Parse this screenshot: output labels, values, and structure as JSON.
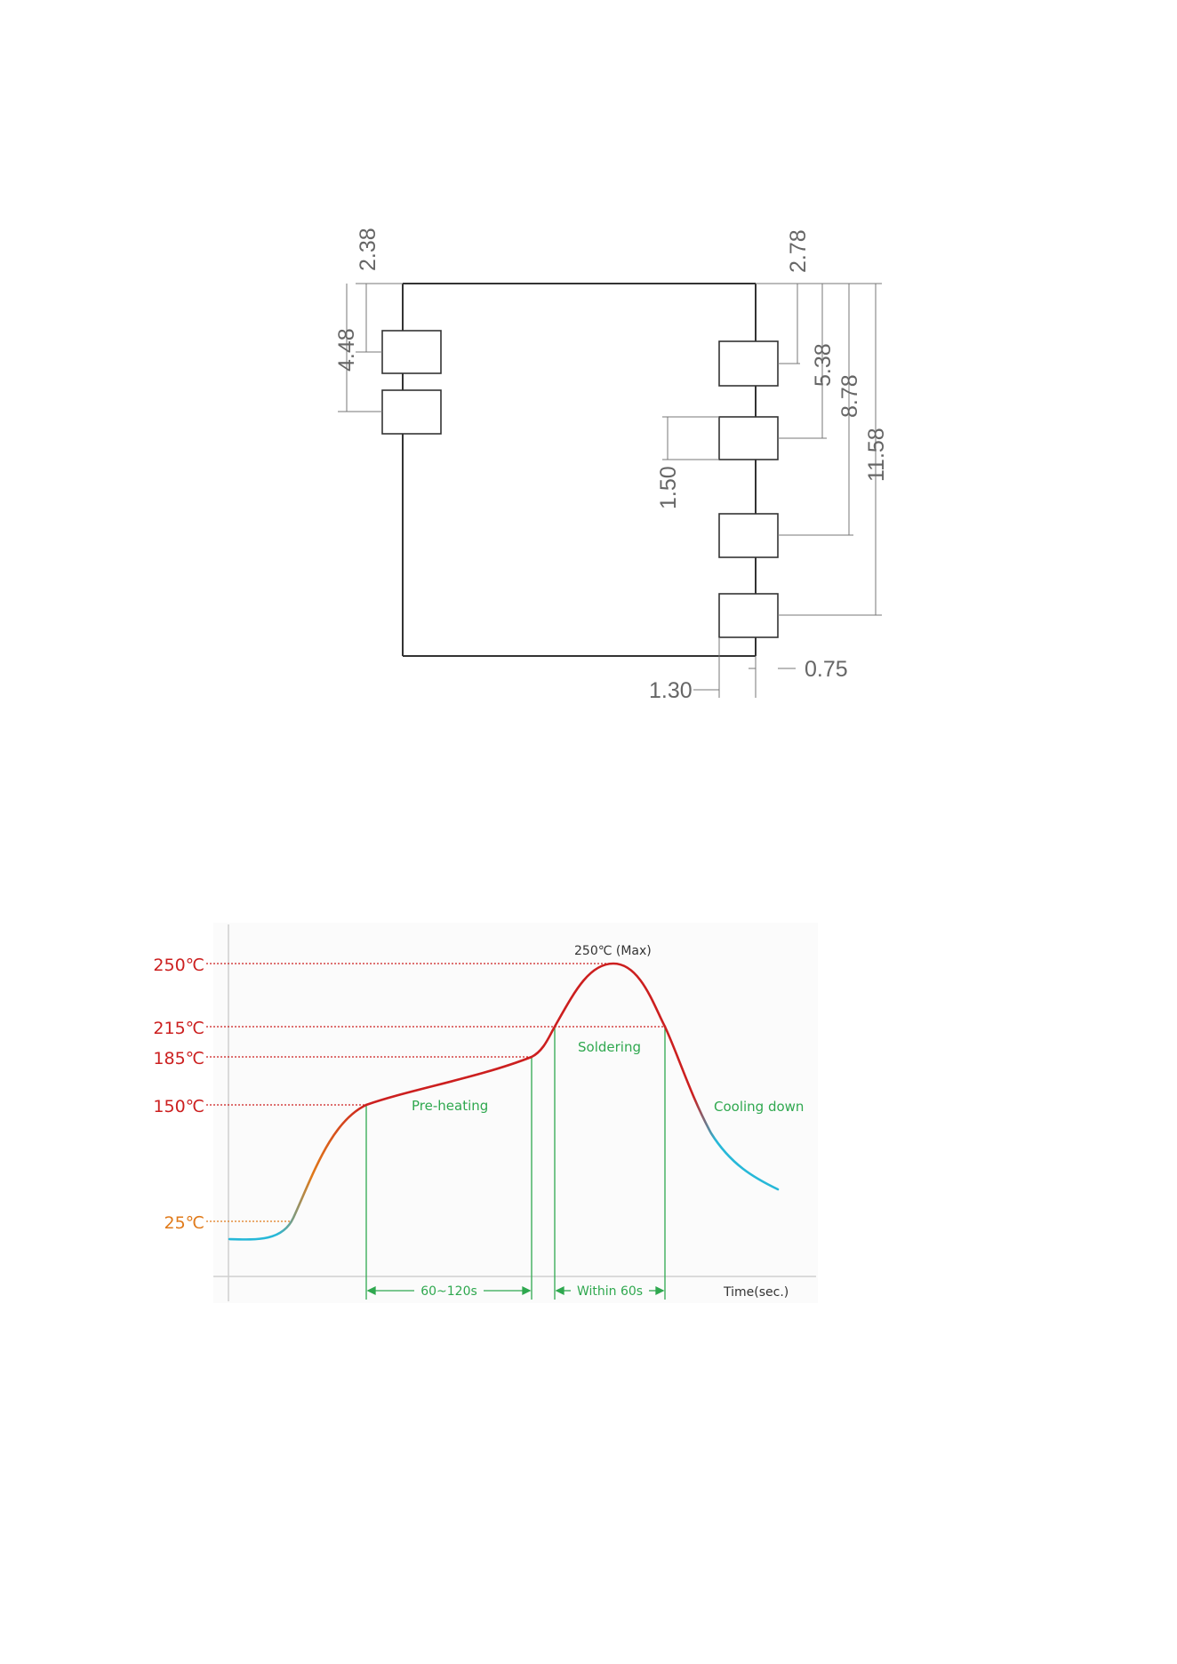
{
  "footprint": {
    "dimensions": {
      "left_pad_offset": "2.38",
      "left_pad_span": "4.48",
      "right_first_pad": "2.78",
      "right_second_pad": "5.38",
      "right_third_pad": "8.78",
      "right_fourth_pad": "11.58",
      "pad_height": "1.50",
      "pad_width": "1.30",
      "pad_inset": "0.75"
    }
  },
  "reflow": {
    "temps": {
      "t250": "250℃",
      "t215": "215℃",
      "t185": "185℃",
      "t150": "150℃",
      "t25": "25℃"
    },
    "peak_label": "250℃ (Max)",
    "phases": {
      "preheat": "Pre-heating",
      "soldering": "Soldering",
      "cooling": "Cooling down"
    },
    "durations": {
      "preheat": "60~120s",
      "soldering": "Within 60s"
    },
    "x_axis_label": "Time(sec.)"
  },
  "colors": {
    "temp_red": "#cc1f1f",
    "temp_orange": "#e07a1a",
    "phase_green": "#2fa84f",
    "cool_cyan": "#27b8d8",
    "outline": "#333333",
    "dimension_gray": "#666666"
  }
}
